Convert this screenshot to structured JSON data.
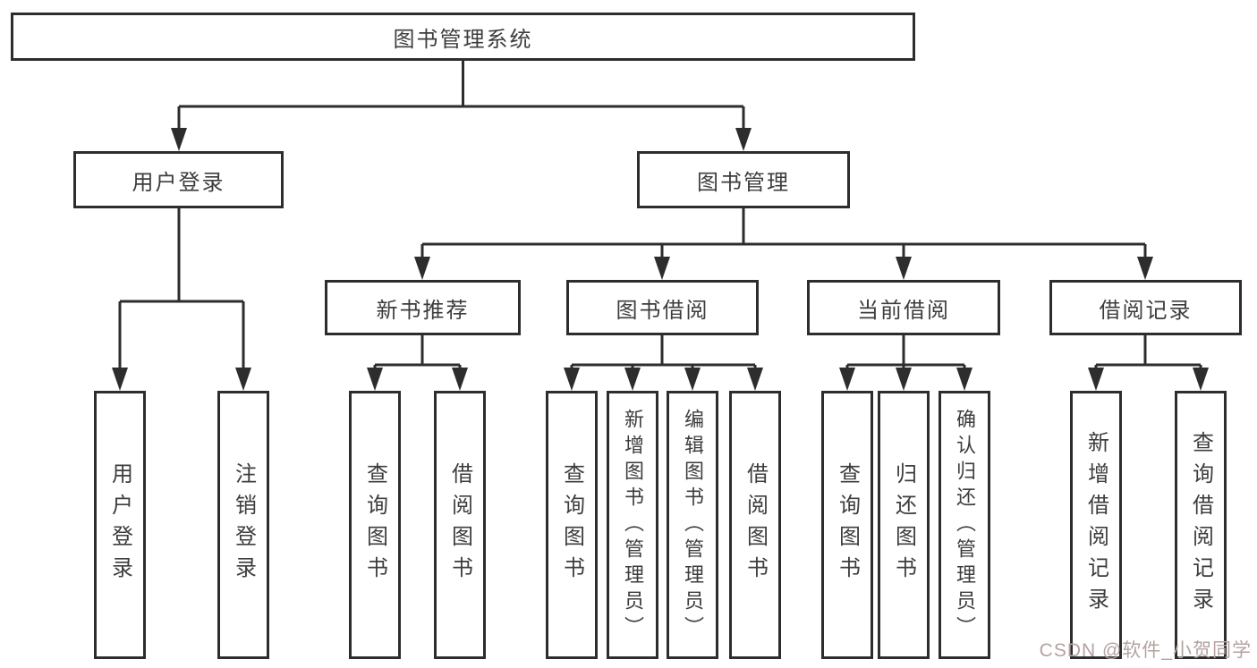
{
  "tree": {
    "label": "图书管理系统",
    "children": [
      {
        "label": "用户登录",
        "children": [
          {
            "label": "用户登录"
          },
          {
            "label": "注销登录"
          }
        ]
      },
      {
        "label": "图书管理",
        "children": [
          {
            "label": "新书推荐",
            "children": [
              {
                "label": "查询图书"
              },
              {
                "label": "借阅图书"
              }
            ]
          },
          {
            "label": "图书借阅",
            "children": [
              {
                "label": "查询图书"
              },
              {
                "label": "新增图书（管理员）"
              },
              {
                "label": "编辑图书（管理员）"
              },
              {
                "label": "借阅图书"
              }
            ]
          },
          {
            "label": "当前借阅",
            "children": [
              {
                "label": "查询图书"
              },
              {
                "label": "归还图书"
              },
              {
                "label": "确认归还（管理员）"
              }
            ]
          },
          {
            "label": "借阅记录",
            "children": [
              {
                "label": "新增借阅记录"
              },
              {
                "label": "查询借阅记录"
              }
            ]
          }
        ]
      }
    ]
  },
  "watermark": {
    "text": "CSDN @软件_小贺同学"
  },
  "colors": {
    "line": "#2d2d2d",
    "text": "#3d3d3d",
    "watermark": "#b5a2a2",
    "boxbg": "#ffffff"
  }
}
